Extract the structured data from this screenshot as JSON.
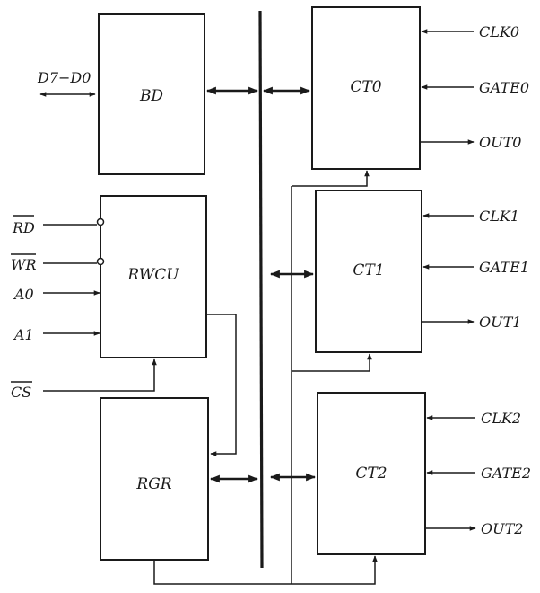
{
  "blocks": {
    "bd": "BD",
    "rwcu": "RWCU",
    "rgr": "RGR",
    "ct0": "CT0",
    "ct1": "CT1",
    "ct2": "CT2"
  },
  "signals": {
    "data_bus": "D7−D0",
    "rd": "RD",
    "wr": "WR",
    "a0": "A0",
    "a1": "A1",
    "cs": "CS",
    "clk0": "CLK0",
    "gate0": "GATE0",
    "out0": "OUT0",
    "clk1": "CLK1",
    "gate1": "GATE1",
    "out1": "OUT1",
    "clk2": "CLK2",
    "gate2": "GATE2",
    "out2": "OUT2"
  }
}
